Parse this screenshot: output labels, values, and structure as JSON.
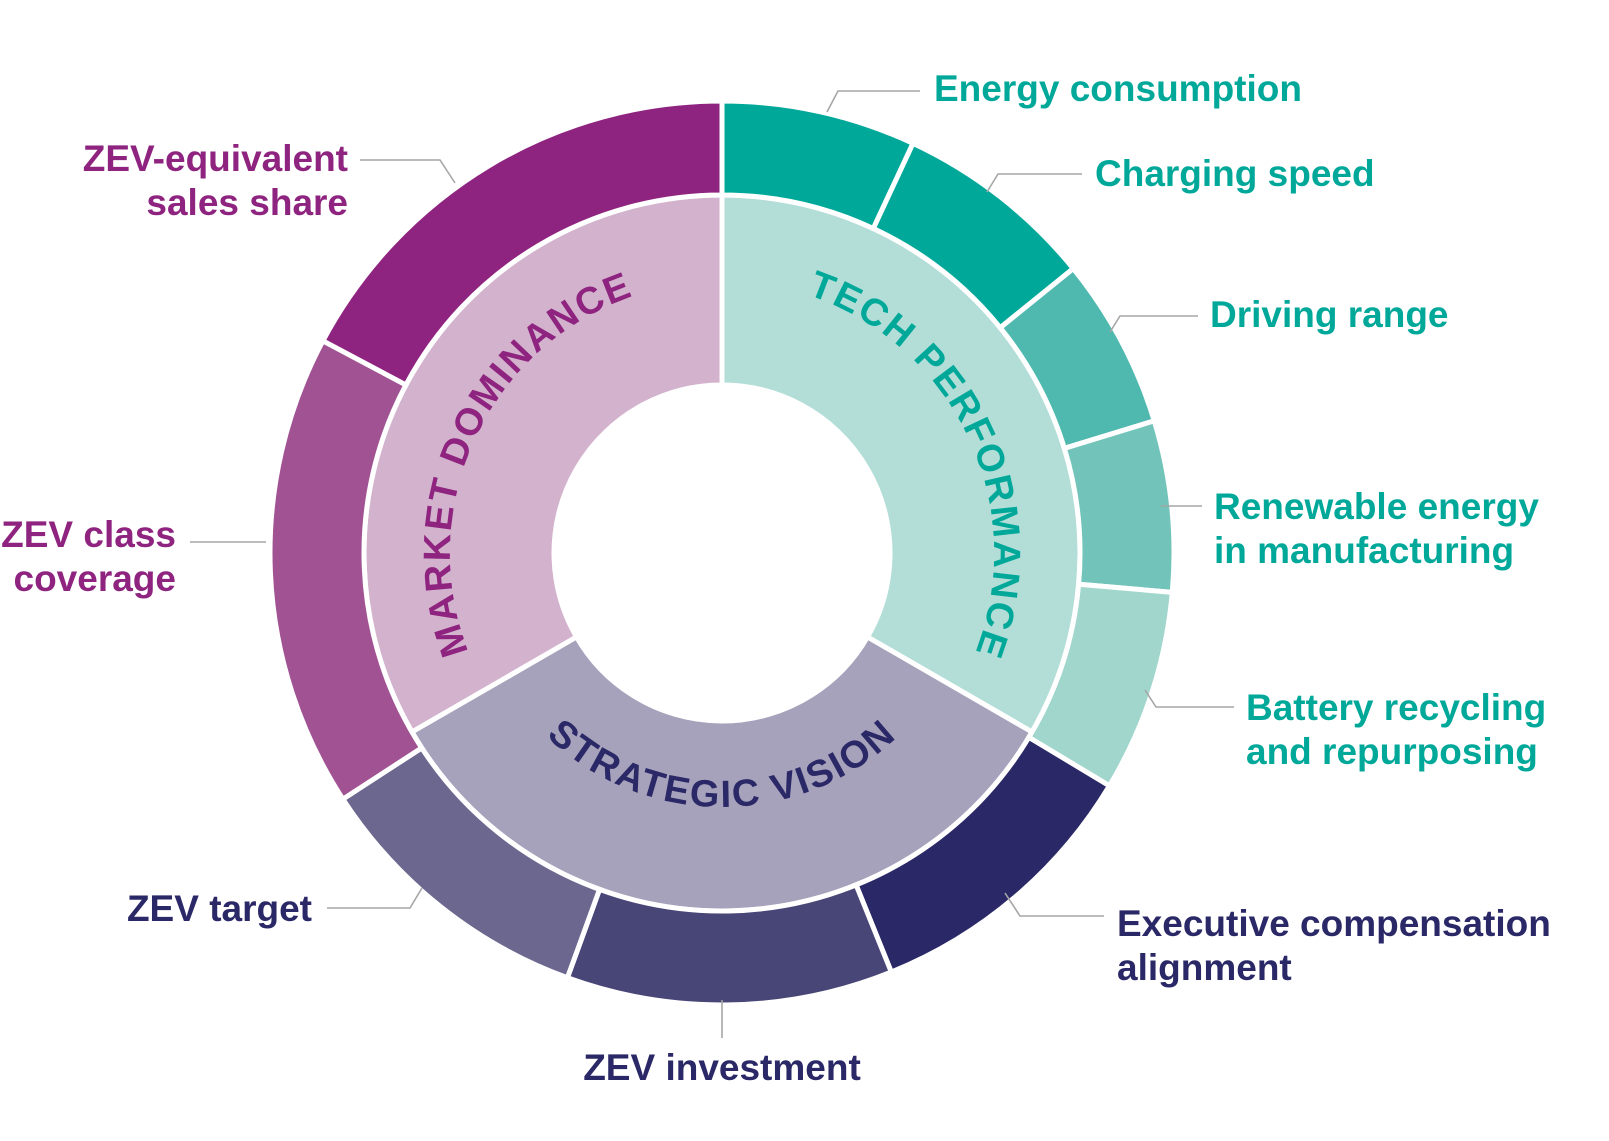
{
  "colors": {
    "market": "#8e247f",
    "tech": "#00a89a",
    "strategic": "#2a2866"
  },
  "categories": [
    {
      "id": "market",
      "label": "MARKET DOMINANCE",
      "inner_color": "#d3b2cd",
      "label_color": "#8e247f",
      "criteria": [
        {
          "label": [
            "ZEV-equivalent",
            "sales share"
          ],
          "color": "#a05293"
        },
        {
          "label": [
            "ZEV class",
            "coverage"
          ],
          "color": "#8e247f"
        }
      ]
    },
    {
      "id": "tech",
      "label": "TECH PERFORMANCE",
      "inner_color": "#b3ded7",
      "label_color": "#00a89a",
      "criteria": [
        {
          "label": [
            "Energy consumption"
          ],
          "color": "#00a89a"
        },
        {
          "label": [
            "Charging speed"
          ],
          "color": "#00a89a"
        },
        {
          "label": [
            "Driving range"
          ],
          "color": "#4fb9b0"
        },
        {
          "label": [
            "Renewable energy",
            "in manufacturing"
          ],
          "color": "#72c4bb"
        },
        {
          "label": [
            "Battery recycling",
            "and repurposing"
          ],
          "color": "#a1d6cd"
        }
      ]
    },
    {
      "id": "strategic",
      "label": "STRATEGIC VISION",
      "inner_color": "#a7a2bc",
      "label_color": "#2a2866",
      "criteria": [
        {
          "label": [
            "Executive compensation",
            "alignment"
          ],
          "color": "#2a2866"
        },
        {
          "label": [
            "ZEV investment"
          ],
          "color": "#484577"
        },
        {
          "label": [
            "ZEV target"
          ],
          "color": "#6c678f"
        }
      ]
    }
  ]
}
